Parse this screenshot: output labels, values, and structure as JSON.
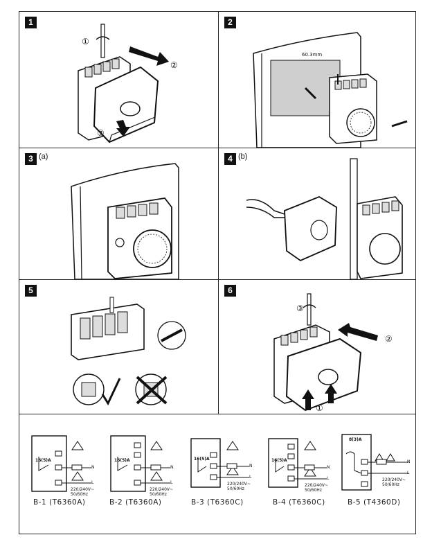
{
  "steps": [
    {
      "num": "1",
      "sub": ""
    },
    {
      "num": "2",
      "sub": ""
    },
    {
      "num": "3",
      "sub": "(a)"
    },
    {
      "num": "4",
      "sub": "(b)"
    },
    {
      "num": "5",
      "sub": ""
    },
    {
      "num": "6",
      "sub": ""
    }
  ],
  "callouts": {
    "p1": [
      "①",
      "②",
      "③"
    ],
    "p6": [
      "③",
      "②",
      "①"
    ]
  },
  "dimension_label": "60.3mm",
  "wiring": [
    {
      "caption": "B-1 (T6360A)",
      "rating": "16(5)A",
      "supply": "220/240V~ 50/60Hz"
    },
    {
      "caption": "B-2 (T6360A)",
      "rating": "16(5)A",
      "supply": "220/240V~ 50/60Hz"
    },
    {
      "caption": "B-3 (T6360C)",
      "rating": "16(5)A",
      "supply": "220/240V~ 50/60Hz"
    },
    {
      "caption": "B-4 (T6360C)",
      "rating": "16(5)A",
      "supply": "220/240V~ 50/60Hz"
    },
    {
      "caption": "B-5 (T4360D)",
      "rating": "8(3)A",
      "supply": "220/240V~ 50/60Hz"
    }
  ],
  "terminal_labels": [
    "N",
    "L"
  ],
  "colors": {
    "ink": "#111111",
    "paper": "#ffffff"
  }
}
